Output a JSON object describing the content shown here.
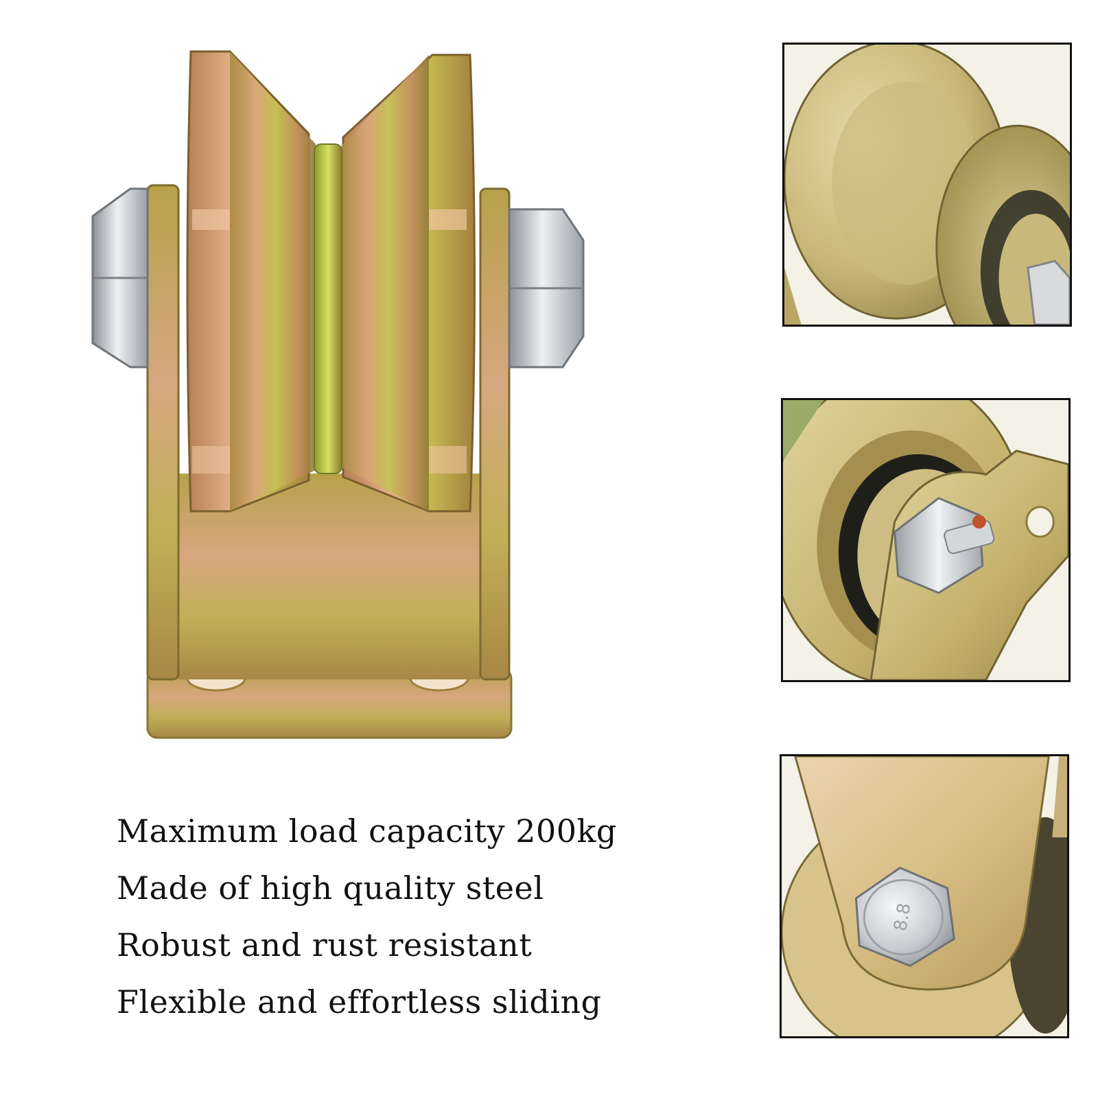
{
  "features": [
    "Maximum load capacity 200kg",
    "Made of high quality steel",
    "Robust and rust resistant",
    "Flexible and effortless sliding"
  ],
  "bolt_head_marking": "8.8",
  "colors": {
    "background": "#ffffff",
    "text": "#111111",
    "frame_border": "#111111",
    "zinc_gold": "#c9b45a",
    "copper_tint": "#d49a6a",
    "steel_gray": "#c8ccd0"
  },
  "images": {
    "main": {
      "icon": "v-groove-wheel-bracket-icon"
    },
    "details": [
      {
        "icon": "wheel-groove-closeup-icon"
      },
      {
        "icon": "bearing-nut-closeup-icon"
      },
      {
        "icon": "bolt-head-closeup-icon"
      }
    ]
  }
}
